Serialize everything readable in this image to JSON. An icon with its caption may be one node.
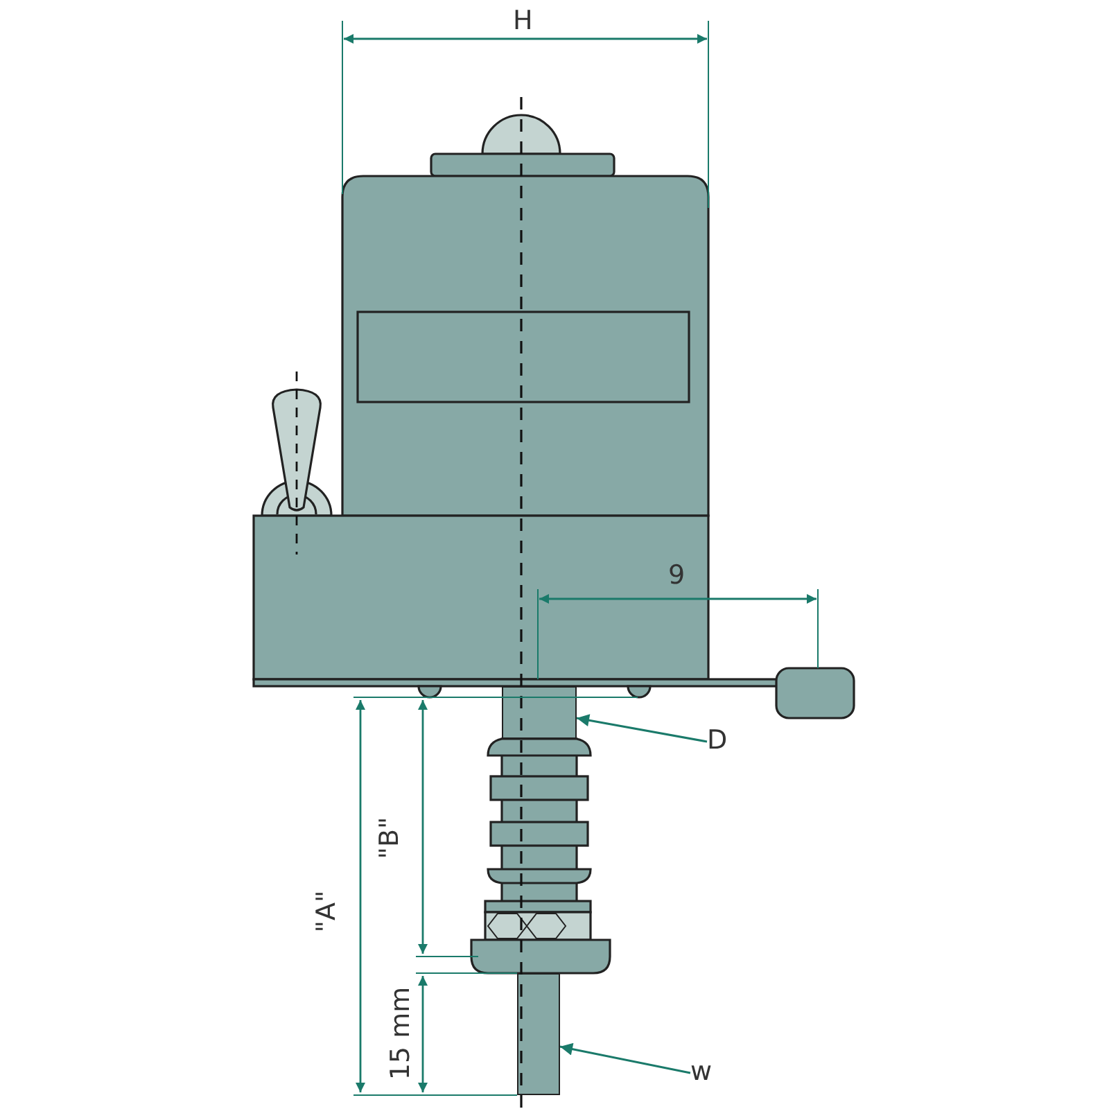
{
  "diagram": {
    "nodes": [
      {
        "text": [
          "D"
        ]
      },
      {
        "text": [],
        "shape": "bar"
      },
      {
        "text": [
          "w"
        ]
      },
      {
        "text": [],
        "shape": "bar"
      }
    ],
    "edges": [
      {
        "from": 0,
        "to": 1,
        "arrow": "to"
      },
      {
        "from": 2,
        "to": 3,
        "arrow": "to"
      }
    ],
    "labels": [
      "H",
      "9",
      "\"B\"",
      "\"A\"",
      "15 mm"
    ]
  }
}
